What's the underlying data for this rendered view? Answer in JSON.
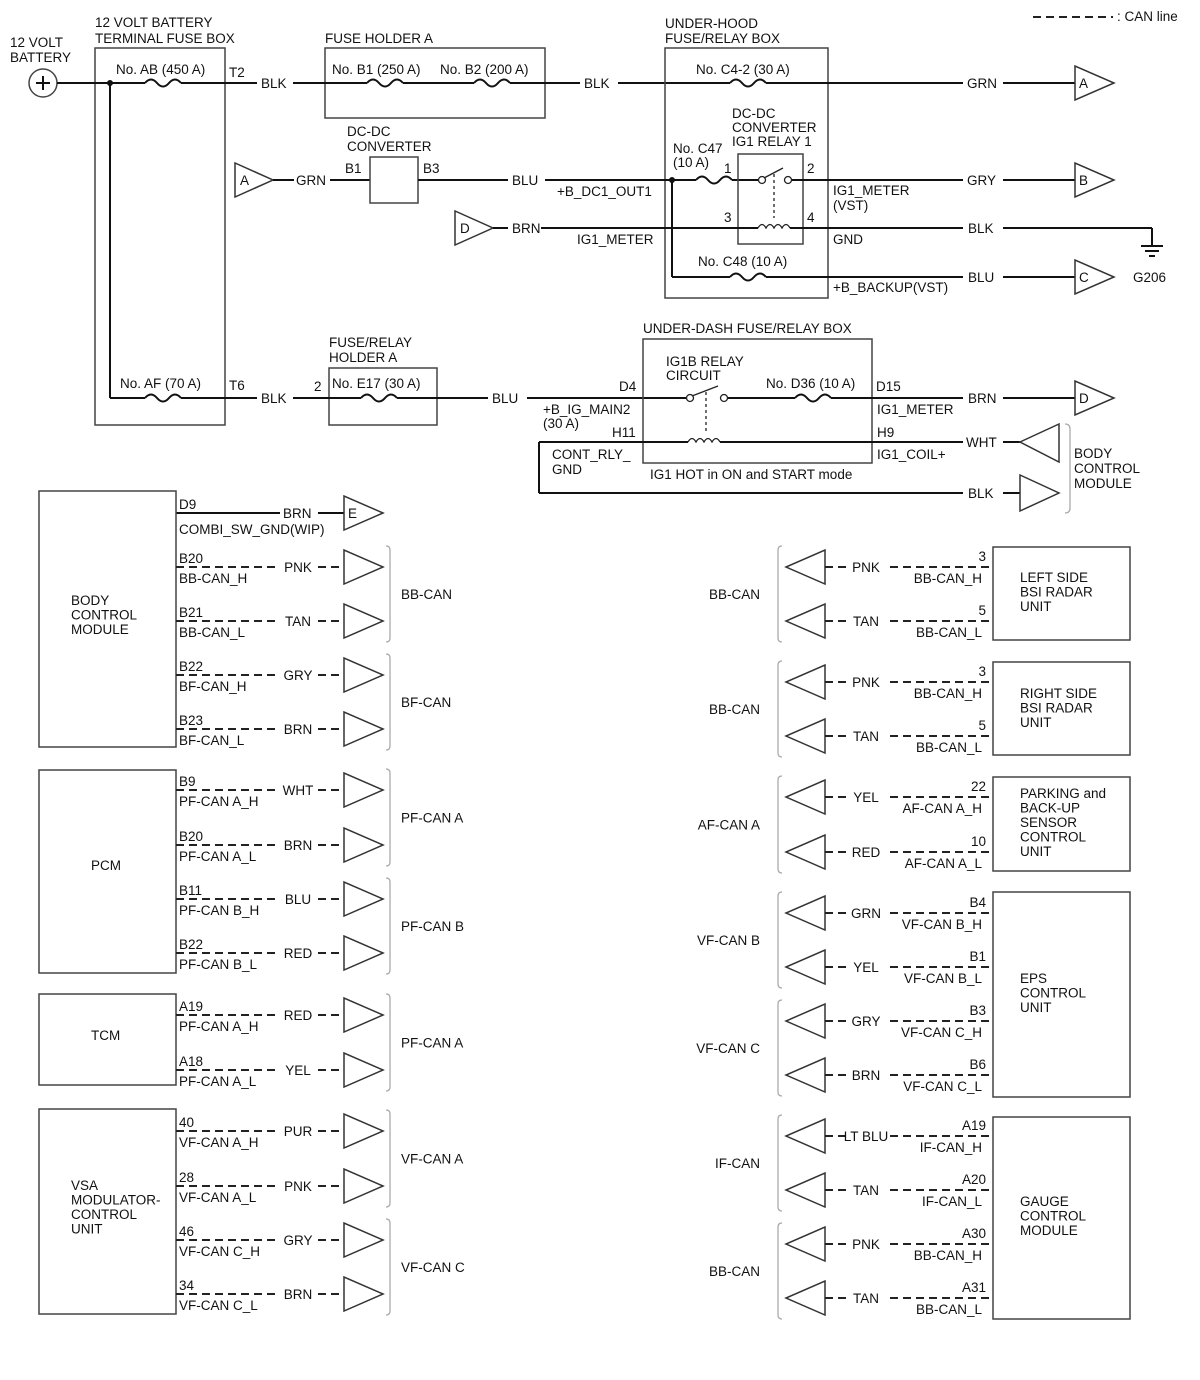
{
  "legend": {
    "can_line": ": CAN line"
  },
  "power": {
    "battery": [
      "12 VOLT",
      "BATTERY"
    ],
    "terminal_box": [
      "12 VOLT BATTERY",
      "TERMINAL FUSE BOX"
    ],
    "fuse_ab": "No. AB (450 A)",
    "fuse_af": "No. AF (70 A)",
    "t2": "T2",
    "t6": "T6",
    "fuse_holder_a": "FUSE HOLDER A",
    "fuse_b1": "No. B1 (250 A)",
    "fuse_b2": "No. B2 (200 A)",
    "underhood": [
      "UNDER-HOOD",
      "FUSE/RELAY BOX"
    ],
    "fuse_c42": "No. C4-2 (30 A)",
    "fuse_c47": [
      "No. C47",
      "(10 A)"
    ],
    "fuse_c48": "No. C48 (10 A)",
    "relay_label": [
      "DC-DC",
      "CONVERTER",
      "IG1 RELAY 1"
    ],
    "pin1": "1",
    "pin2": "2",
    "pin3": "3",
    "pin4": "4",
    "dcdc": [
      "DC-DC",
      "CONVERTER"
    ],
    "b1": "B1",
    "b3": "B3",
    "b_dc1_out1": "+B_DC1_OUT1",
    "ig1_meter_vst": [
      "IG1_METER",
      "(VST)"
    ],
    "ig1_meter": "IG1_METER",
    "gnd": "GND",
    "b_backup": "+B_BACKUP(VST)",
    "g206": "G206",
    "fuse_relay_holder": [
      "FUSE/RELAY",
      "HOLDER A"
    ],
    "fuse_e17": "No. E17 (30 A)",
    "pin_2": "2",
    "underdash": "UNDER-DASH FUSE/RELAY BOX",
    "ig1b_relay": [
      "IG1B RELAY",
      "CIRCUIT"
    ],
    "fuse_d36": "No. D36 (10 A)",
    "d4": "D4",
    "d15": "D15",
    "h11": "H11",
    "h9": "H9",
    "b_ig_main2": [
      "+B_IG_MAIN2",
      "(30 A)"
    ],
    "cont_rly": [
      "CONT_RLY_",
      "GND"
    ],
    "ig1_coil": "IG1_COIL+",
    "ig1_hot": "IG1 HOT in ON and START mode",
    "bcm_top": [
      "BODY",
      "CONTROL",
      "MODULE"
    ],
    "wires": {
      "blk": "BLK",
      "grn": "GRN",
      "blu": "BLU",
      "gry": "GRY",
      "brn": "BRN",
      "wht": "WHT"
    },
    "conn": {
      "a": "A",
      "b": "B",
      "c": "C",
      "d": "D",
      "e": "E"
    }
  },
  "left_units": [
    {
      "name": [
        "BODY",
        "CONTROL",
        "MODULE"
      ]
    },
    {
      "name": [
        "PCM"
      ]
    },
    {
      "name": [
        "TCM"
      ]
    },
    {
      "name": [
        "VSA",
        "MODULATOR-",
        "CONTROL",
        "UNIT"
      ]
    }
  ],
  "bcm_d9": {
    "pin": "D9",
    "signal": "COMBI_SW_GND(WIP)",
    "color": "BRN",
    "conn": "E"
  },
  "left_rows": [
    {
      "pin": "B20",
      "signal": "BB-CAN_H",
      "color": "PNK"
    },
    {
      "pin": "B21",
      "signal": "BB-CAN_L",
      "color": "TAN"
    },
    {
      "pin": "B22",
      "signal": "BF-CAN_H",
      "color": "GRY"
    },
    {
      "pin": "B23",
      "signal": "BF-CAN_L",
      "color": "BRN"
    },
    {
      "pin": "B9",
      "signal": "PF-CAN A_H",
      "color": "WHT"
    },
    {
      "pin": "B20",
      "signal": "PF-CAN A_L",
      "color": "BRN"
    },
    {
      "pin": "B11",
      "signal": "PF-CAN B_H",
      "color": "BLU"
    },
    {
      "pin": "B22",
      "signal": "PF-CAN B_L",
      "color": "RED"
    },
    {
      "pin": "A19",
      "signal": "PF-CAN A_H",
      "color": "RED"
    },
    {
      "pin": "A18",
      "signal": "PF-CAN A_L",
      "color": "YEL"
    },
    {
      "pin": "40",
      "signal": "VF-CAN A_H",
      "color": "PUR"
    },
    {
      "pin": "28",
      "signal": "VF-CAN A_L",
      "color": "PNK"
    },
    {
      "pin": "46",
      "signal": "VF-CAN C_H",
      "color": "GRY"
    },
    {
      "pin": "34",
      "signal": "VF-CAN C_L",
      "color": "BRN"
    }
  ],
  "left_groups": [
    "BB-CAN",
    "BF-CAN",
    "PF-CAN A",
    "PF-CAN B",
    "PF-CAN A",
    "VF-CAN A",
    "VF-CAN C"
  ],
  "right_units": [
    {
      "name": [
        "LEFT SIDE",
        "BSI RADAR",
        "UNIT"
      ]
    },
    {
      "name": [
        "RIGHT SIDE",
        "BSI RADAR",
        "UNIT"
      ]
    },
    {
      "name": [
        "PARKING and",
        "BACK-UP",
        "SENSOR",
        "CONTROL",
        "UNIT"
      ]
    },
    {
      "name": [
        "EPS",
        "CONTROL",
        "UNIT"
      ]
    },
    {
      "name": [
        "GAUGE",
        "CONTROL",
        "MODULE"
      ]
    }
  ],
  "right_rows": [
    {
      "pin": "3",
      "signal": "BB-CAN_H",
      "color": "PNK"
    },
    {
      "pin": "5",
      "signal": "BB-CAN_L",
      "color": "TAN"
    },
    {
      "pin": "3",
      "signal": "BB-CAN_H",
      "color": "PNK"
    },
    {
      "pin": "5",
      "signal": "BB-CAN_L",
      "color": "TAN"
    },
    {
      "pin": "22",
      "signal": "AF-CAN A_H",
      "color": "YEL"
    },
    {
      "pin": "10",
      "signal": "AF-CAN A_L",
      "color": "RED"
    },
    {
      "pin": "B4",
      "signal": "VF-CAN B_H",
      "color": "GRN"
    },
    {
      "pin": "B1",
      "signal": "VF-CAN B_L",
      "color": "YEL"
    },
    {
      "pin": "B3",
      "signal": "VF-CAN C_H",
      "color": "GRY"
    },
    {
      "pin": "B6",
      "signal": "VF-CAN C_L",
      "color": "BRN"
    },
    {
      "pin": "A19",
      "signal": "IF-CAN_H",
      "color": "LT BLU"
    },
    {
      "pin": "A20",
      "signal": "IF-CAN_L",
      "color": "TAN"
    },
    {
      "pin": "A30",
      "signal": "BB-CAN_H",
      "color": "PNK"
    },
    {
      "pin": "A31",
      "signal": "BB-CAN_L",
      "color": "TAN"
    }
  ],
  "right_groups": [
    "BB-CAN",
    "BB-CAN",
    "AF-CAN A",
    "VF-CAN B",
    "VF-CAN C",
    "IF-CAN",
    "BB-CAN"
  ]
}
